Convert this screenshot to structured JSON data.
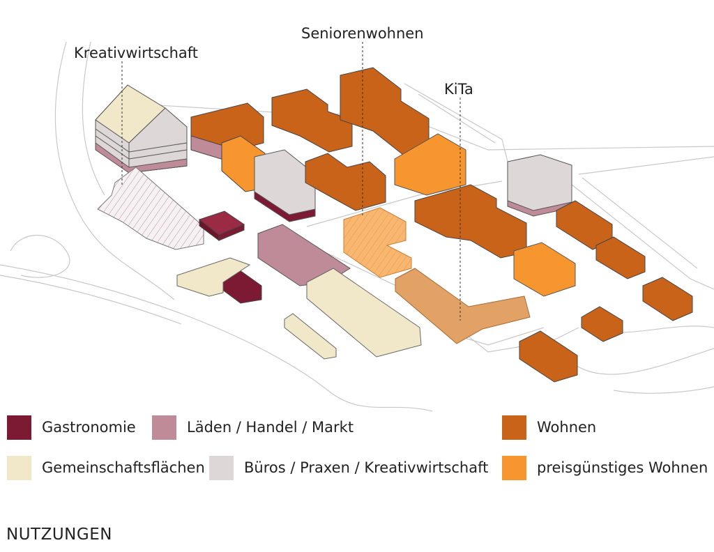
{
  "callouts": {
    "kreativ": "Kreativwirtschaft",
    "senioren": "Seniorenwohnen",
    "kita": "KiTa"
  },
  "colors": {
    "gastronomie": "#7d1a33",
    "laeden": "#c08b99",
    "wohnen": "#c9631a",
    "gemeinschaft": "#f0e8c8",
    "bueros": "#ddd7d8",
    "preisguenstig": "#f7952f",
    "kita": "#e2a165"
  },
  "legend": [
    {
      "label": "Gastronomie",
      "color": "#7d1a33"
    },
    {
      "label": "Läden / Handel / Markt",
      "color": "#c08b99"
    },
    {
      "label": "Wohnen",
      "color": "#c9631a"
    },
    {
      "label": "Gemeinschaftsflächen",
      "color": "#f0e8c8"
    },
    {
      "label": "Büros / Praxen / Kreativwirtschaft",
      "color": "#ddd7d8"
    },
    {
      "label": "preisgünstiges Wohnen",
      "color": "#f7952f"
    }
  ],
  "title": "NUTZUNGEN"
}
